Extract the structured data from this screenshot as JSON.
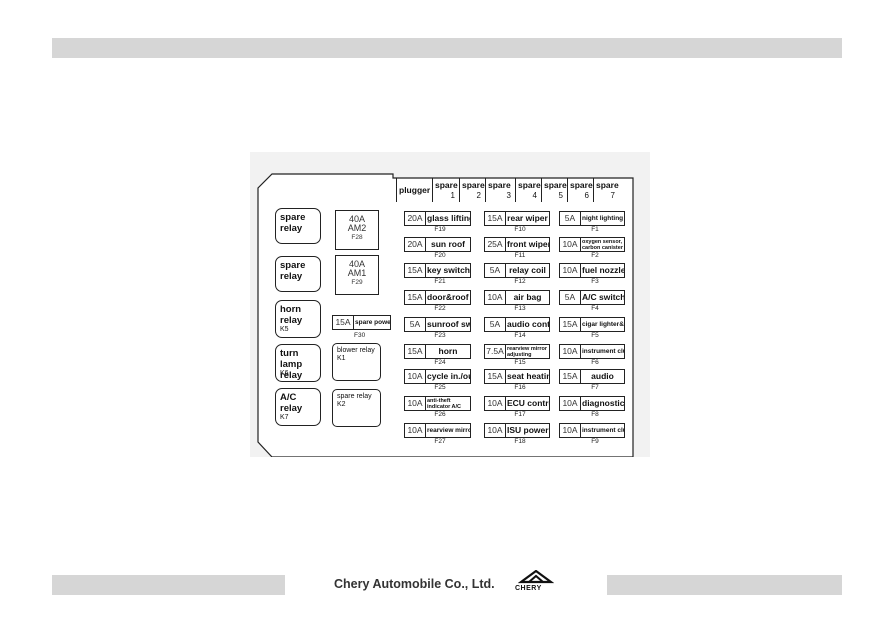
{
  "footer": {
    "company": "Chery Automobile Co., Ltd.",
    "logo_text": "CHERY"
  },
  "header": {
    "plugger": "plugger",
    "spares": [
      {
        "label": "spare",
        "num": "1"
      },
      {
        "label": "spare",
        "num": "2"
      },
      {
        "label": "spare",
        "num": "3"
      },
      {
        "label": "spare",
        "num": "4"
      },
      {
        "label": "spare",
        "num": "5"
      },
      {
        "label": "spare",
        "num": "6"
      },
      {
        "label": "spare",
        "num": "7"
      }
    ]
  },
  "relays": {
    "spare_relay_1": "spare relay",
    "spare_relay_2": "spare relay",
    "horn_relay": "horn relay",
    "horn_code": "K5",
    "turn_lamp_relay": "turn lamp relay",
    "turn_code": "K6",
    "ac_relay": "A/C relay",
    "ac_code": "K7",
    "blower_relay": "blower relay",
    "blower_code": "K1",
    "spare_relay_k2": "spare relay",
    "spare_k2_code": "K2"
  },
  "big_fuses": {
    "am2_amp": "40A",
    "am2_name": "AM2",
    "am2_code": "F28",
    "am1_amp": "40A",
    "am1_name": "AM1",
    "am1_code": "F29",
    "spare_power_amp": "15A",
    "spare_power_name": "spare power",
    "spare_power_code": "F30"
  },
  "fuses_left": [
    {
      "amp": "20A",
      "name": "glass lifting",
      "code": "F19"
    },
    {
      "amp": "20A",
      "name": "sun roof",
      "code": "F20"
    },
    {
      "amp": "15A",
      "name": "key switch",
      "code": "F21"
    },
    {
      "amp": "15A",
      "name": "door&roof lamp",
      "code": "F22"
    },
    {
      "amp": "5A",
      "name": "sunroof switch",
      "code": "F23"
    },
    {
      "amp": "15A",
      "name": "horn",
      "code": "F24"
    },
    {
      "amp": "10A",
      "name": "cycle in./out",
      "code": "F25"
    },
    {
      "amp": "10A",
      "name": "anti-theft indicator A/C relay",
      "code": "F26"
    },
    {
      "amp": "10A",
      "name": "rearview mirror heating",
      "code": "F27"
    }
  ],
  "fuses_middle": [
    {
      "amp": "15A",
      "name": "rear wiper",
      "code": "F10"
    },
    {
      "amp": "25A",
      "name": "front wiper",
      "code": "F11"
    },
    {
      "amp": "5A",
      "name": "relay coil",
      "code": "F12"
    },
    {
      "amp": "10A",
      "name": "air bag",
      "code": "F13"
    },
    {
      "amp": "5A",
      "name": "audio control",
      "code": "F14"
    },
    {
      "amp": "7.5A",
      "name": "rearview mirror adjusting switch",
      "code": "F15"
    },
    {
      "amp": "15A",
      "name": "seat heating",
      "code": "F16"
    },
    {
      "amp": "10A",
      "name": "ECU control",
      "code": "F17"
    },
    {
      "amp": "10A",
      "name": "ISU power",
      "code": "F18"
    }
  ],
  "fuses_right": [
    {
      "amp": "5A",
      "name": "night lighting adjusting",
      "code": "F1"
    },
    {
      "amp": "10A",
      "name": "oxygen sensor, carbon canister valve and speedometer",
      "code": "F2"
    },
    {
      "amp": "10A",
      "name": "fuel nozzle",
      "code": "F3"
    },
    {
      "amp": "5A",
      "name": "A/C switch",
      "code": "F4"
    },
    {
      "amp": "15A",
      "name": "cigar lighter&ISU",
      "code": "F5"
    },
    {
      "amp": "10A",
      "name": "instrument cluster",
      "code": "F6"
    },
    {
      "amp": "15A",
      "name": "audio",
      "code": "F7"
    },
    {
      "amp": "10A",
      "name": "diagnostic",
      "code": "F8"
    },
    {
      "amp": "10A",
      "name": "instrument cluster",
      "code": "F9"
    }
  ]
}
